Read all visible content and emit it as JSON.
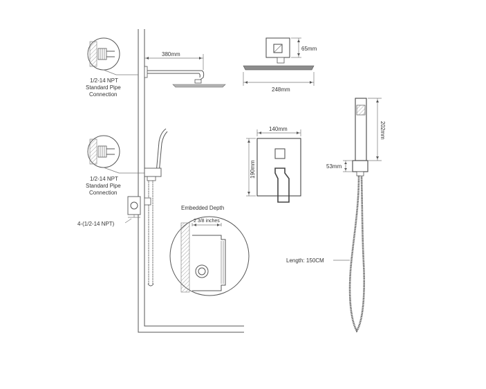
{
  "labels": {
    "arm_length": "380mm",
    "head_height": "65mm",
    "head_width": "248mm",
    "pipe_conn_top_1": "1/2-14 NPT",
    "pipe_conn_top_2": "Standard Pipe",
    "pipe_conn_top_3": "Connection",
    "pipe_conn_mid_1": "1/2-14 NPT",
    "pipe_conn_mid_2": "Standard Pipe",
    "pipe_conn_mid_3": "Connection",
    "valve_ports": "4-(1/2-14 NPT)",
    "embedded_title": "Embedded Depth",
    "embedded_depth": "2 3/8 inches",
    "plate_width": "140mm",
    "plate_height": "190mm",
    "hand_length": "202mm",
    "holder_height": "53mm",
    "hose_length": "Length: 150CM"
  },
  "colors": {
    "line": "#555555",
    "text": "#333333",
    "background": "#ffffff"
  }
}
